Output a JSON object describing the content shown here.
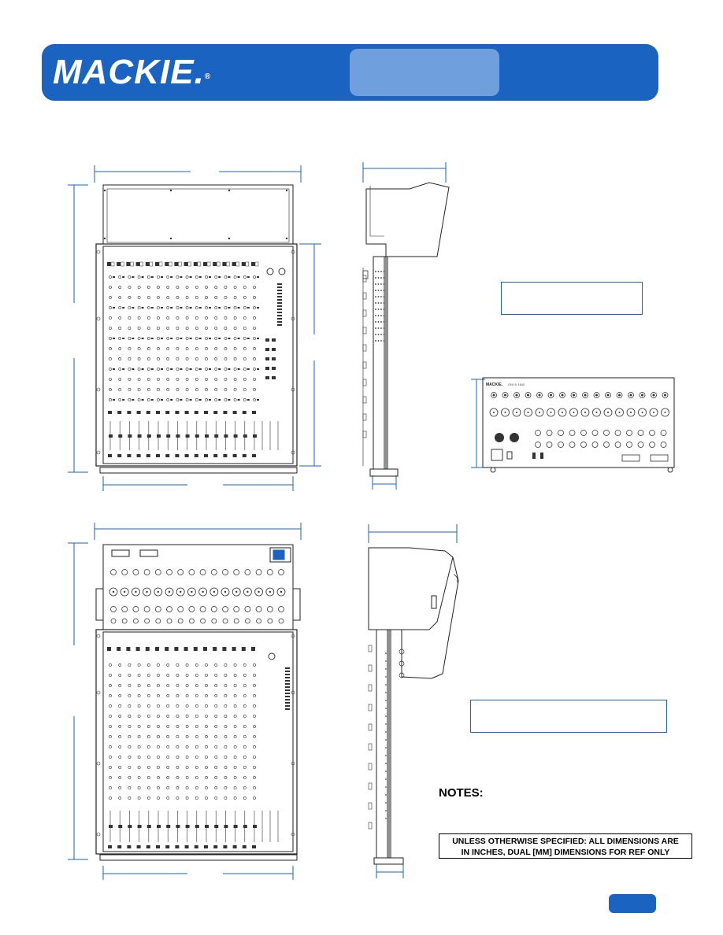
{
  "header": {
    "brand": "MACKIE",
    "trademark": "®",
    "model_label": "",
    "accent_color": "#1a63c0",
    "model_box_color": "#6fa0dd"
  },
  "notes": {
    "title": "NOTES:",
    "line1": "UNLESS OTHERWISE SPECIFIED: ALL DIMENSIONS ARE",
    "line2": "IN INCHES, DUAL [MM] DIMENSIONS FOR REF ONLY"
  },
  "rear_panel": {
    "brand_text": "MACKIE.",
    "model_text": "ONYX 1640"
  },
  "views": [
    "top-view-upper",
    "side-view-upper",
    "top-view-lower",
    "side-view-lower",
    "rear-panel-view"
  ],
  "page_number": ""
}
